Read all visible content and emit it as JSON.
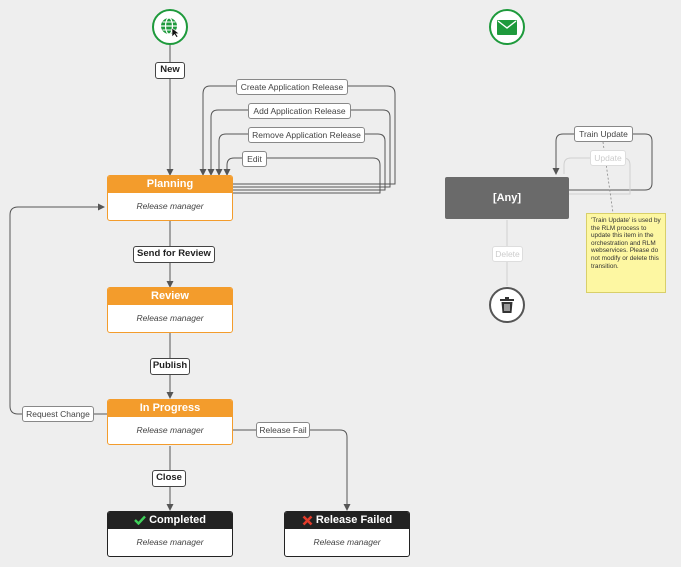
{
  "labels": {
    "new": "New",
    "create_release": "Create Application Release",
    "add_release": "Add Application Release",
    "remove_release": "Remove Application Release",
    "edit": "Edit",
    "send_for_review": "Send for Review",
    "publish": "Publish",
    "request_change": "Request Change",
    "release_fail": "Release Fail",
    "close": "Close",
    "train_update": "Train Update",
    "update": "Update",
    "delete": "Delete"
  },
  "states": {
    "planning": {
      "title": "Planning",
      "role": "Release manager"
    },
    "review": {
      "title": "Review",
      "role": "Release manager"
    },
    "in_progress": {
      "title": "In Progress",
      "role": "Release manager"
    },
    "completed": {
      "title": "Completed",
      "role": "Release manager"
    },
    "release_failed": {
      "title": "Release Failed",
      "role": "Release manager"
    },
    "any": {
      "title": "[Any]"
    }
  },
  "note": "'Train Update' is used by the RLM process to update this item in the orchestration and RLM webservices. Please do not modify or delete this transition.",
  "colors": {
    "accent_orange": "#f39c2c",
    "start_green": "#1e9a3c",
    "dark_state": "#222222",
    "any_state": "#6a6a6a",
    "note_yellow": "#fdf7a2"
  },
  "icons": [
    "web-start-icon",
    "email-start-icon",
    "check-icon",
    "cross-icon",
    "trash-icon"
  ]
}
